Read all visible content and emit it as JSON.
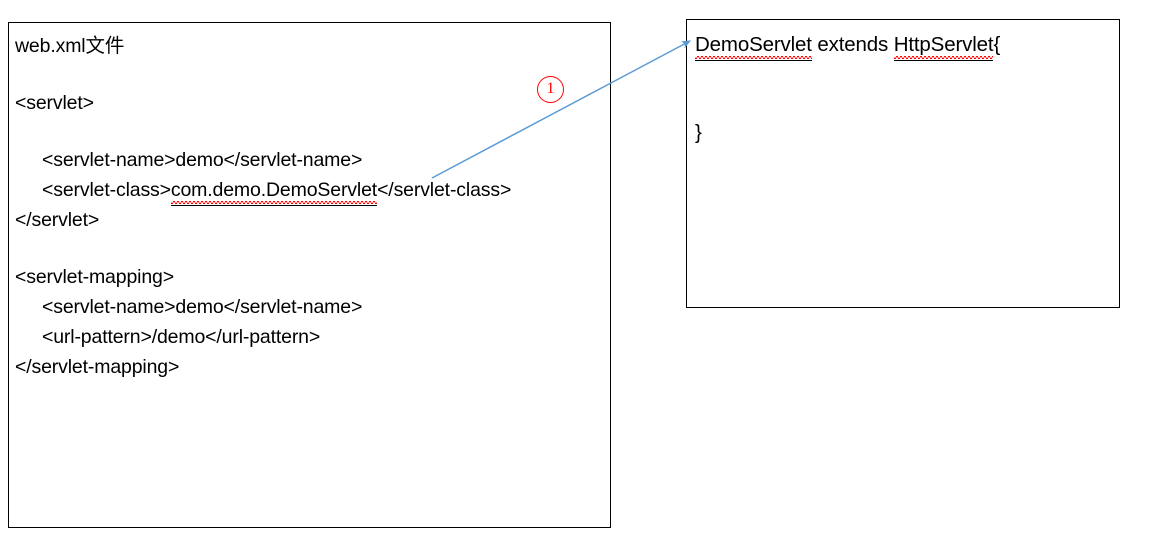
{
  "slide": {
    "background_color": "#ffffff",
    "accent_color": "#5b9bd5",
    "marker_color": "#ff0000",
    "text_color": "#000000"
  },
  "webxml_panel": {
    "title": "web.xml文件",
    "lines": [
      {
        "text": "web.xml文件",
        "indent": 0,
        "spellcheck": false
      },
      {
        "text": "",
        "indent": 0,
        "blank": true
      },
      {
        "text": "<servlet>",
        "indent": 0,
        "spellcheck": false
      },
      {
        "text": "",
        "indent": 0,
        "blank": true
      },
      {
        "text": "<servlet-name>demo</servlet-name>",
        "indent": 1,
        "spellcheck": false
      },
      {
        "text": "<servlet-class>",
        "indent": 1,
        "spellcheck": false,
        "mid": "com.demo.DemoServlet",
        "tail": "</servlet-class>"
      },
      {
        "text": "</servlet>",
        "indent": 0,
        "spellcheck": false
      },
      {
        "text": "",
        "indent": 0,
        "blank": true
      },
      {
        "text": "<servlet-mapping>",
        "indent": 0,
        "spellcheck": false
      },
      {
        "text": "<servlet-name>demo</servlet-name>",
        "indent": 1,
        "spellcheck": false
      },
      {
        "text": "<url-pattern>/demo</url-pattern>",
        "indent": 1,
        "spellcheck": false
      },
      {
        "text": "</servlet-mapping>",
        "indent": 0,
        "spellcheck": false
      }
    ],
    "line_0": "web.xml文件",
    "line_servlet_open": "<servlet>",
    "line_servlet_name": "<servlet-name>demo</servlet-name>",
    "line_servlet_class_head": "<servlet-class>",
    "line_servlet_class_value": "com.demo.DemoServlet",
    "line_servlet_class_tail": "</servlet-class>",
    "line_servlet_close": "</servlet>",
    "line_mapping_open": "<servlet-mapping>",
    "line_mapping_name": "<servlet-name>demo</servlet-name>",
    "line_url_pattern": "<url-pattern>/demo</url-pattern>",
    "line_mapping_close": "</servlet-mapping>"
  },
  "servlet_code_panel": {
    "class_name": "DemoServlet",
    "keyword_extends": " extends ",
    "super_class": "HttpServlet",
    "brace_open": "{",
    "brace_close": "}"
  },
  "callout": {
    "marker_label": "①",
    "marker_plain": "1"
  }
}
